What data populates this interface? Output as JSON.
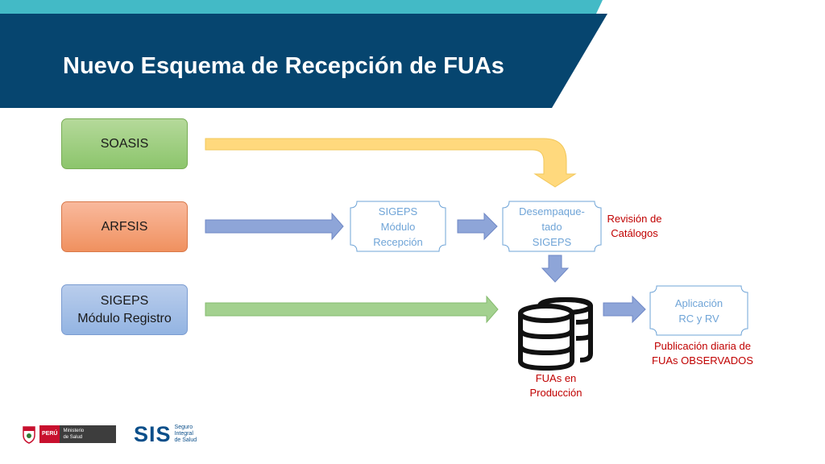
{
  "header": {
    "title": "Nuevo Esquema de Recepción de FUAs"
  },
  "sources": {
    "soasis": [
      "SOASIS"
    ],
    "arfsis": [
      "ARFSIS"
    ],
    "sigeps_registro": [
      "SIGEPS",
      "Módulo Registro"
    ]
  },
  "process": {
    "sigeps_recepcion": [
      "SIGEPS",
      "Módulo",
      "Recepción"
    ],
    "desempaquetado": [
      "Desempaque-",
      "tado",
      "SIGEPS"
    ],
    "aplicacion": [
      "Aplicación",
      "RC y RV"
    ]
  },
  "notes": {
    "revision": [
      "Revisión de",
      "Catálogos"
    ],
    "database": [
      "FUAs en",
      "Producción"
    ],
    "publicacion": [
      "Publicación diaria de",
      "FUAs OBSERVADOS"
    ]
  },
  "footer": {
    "peru_label": "PERÚ",
    "ministerio": [
      "Ministerio",
      "de Salud"
    ],
    "sis_logo": "SIS",
    "sis_text": [
      "Seguro",
      "Integral",
      "de Salud"
    ]
  },
  "colors": {
    "header_navy": "#06456f",
    "header_teal": "#43bac6",
    "accent_red": "#c00000",
    "process_border": "#6fa4d7"
  },
  "icons": [
    "database-icon",
    "peru-coat-of-arms-icon"
  ]
}
